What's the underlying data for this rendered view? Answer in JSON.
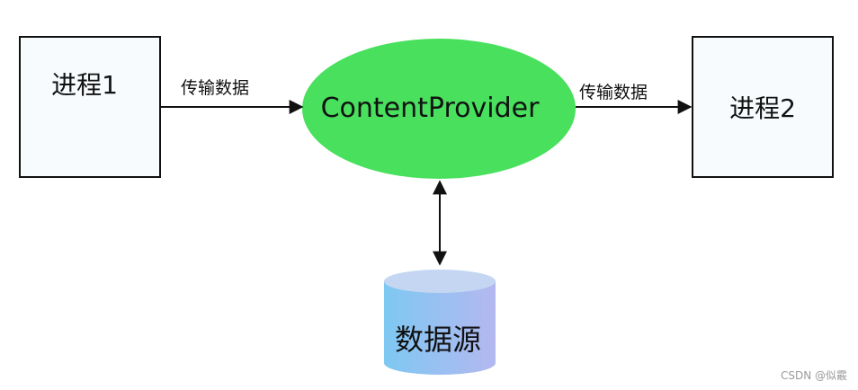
{
  "nodes": {
    "process1": "进程1",
    "process2": "进程2",
    "content_provider": "ContentProvider",
    "data_source": "数据源"
  },
  "edges": {
    "left_transfer": "传输数据",
    "right_transfer": "传输数据"
  },
  "watermark": "CSDN @似霰",
  "colors": {
    "box_fill": "#f7fbfd",
    "box_stroke": "#111111",
    "ellipse_fill": "#48e05c",
    "db_top": "#c4d6f2",
    "db_body_start": "#7ec8f2",
    "db_body_end": "#b4b8f0",
    "line": "#111111"
  }
}
